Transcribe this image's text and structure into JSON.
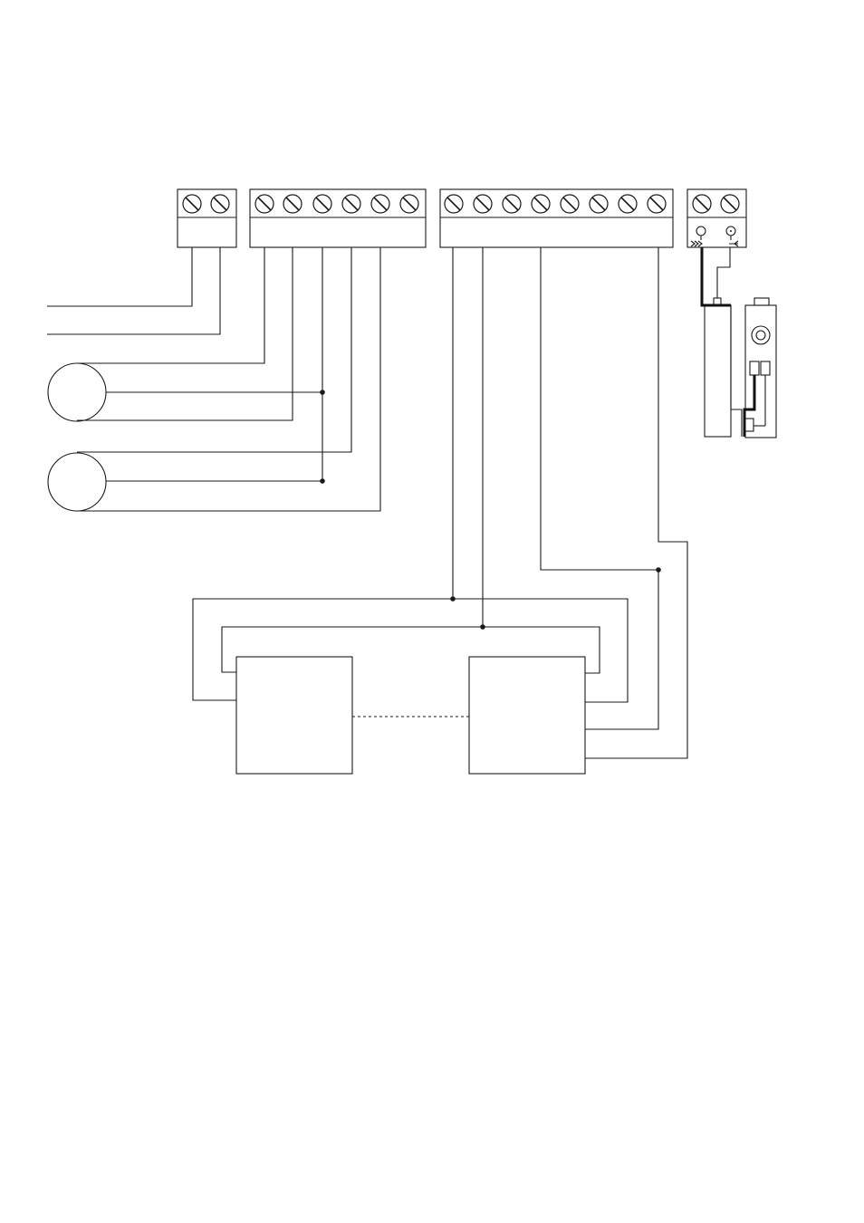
{
  "diagram": {
    "type": "wiring-diagram",
    "terminal_blocks": [
      {
        "id": "block-1",
        "terminal_count": 2
      },
      {
        "id": "block-2",
        "terminal_count": 6
      },
      {
        "id": "block-3",
        "terminal_count": 8
      },
      {
        "id": "block-4",
        "terminal_count": 2
      }
    ],
    "components": [
      {
        "id": "round-device-1",
        "kind": "circle"
      },
      {
        "id": "round-device-2",
        "kind": "circle"
      },
      {
        "id": "module-left",
        "kind": "rectangle"
      },
      {
        "id": "module-right",
        "kind": "rectangle"
      },
      {
        "id": "side-sensor-assembly",
        "kind": "sensor"
      }
    ],
    "colors": {
      "line": "#1a1a1a",
      "background": "#ffffff"
    }
  }
}
